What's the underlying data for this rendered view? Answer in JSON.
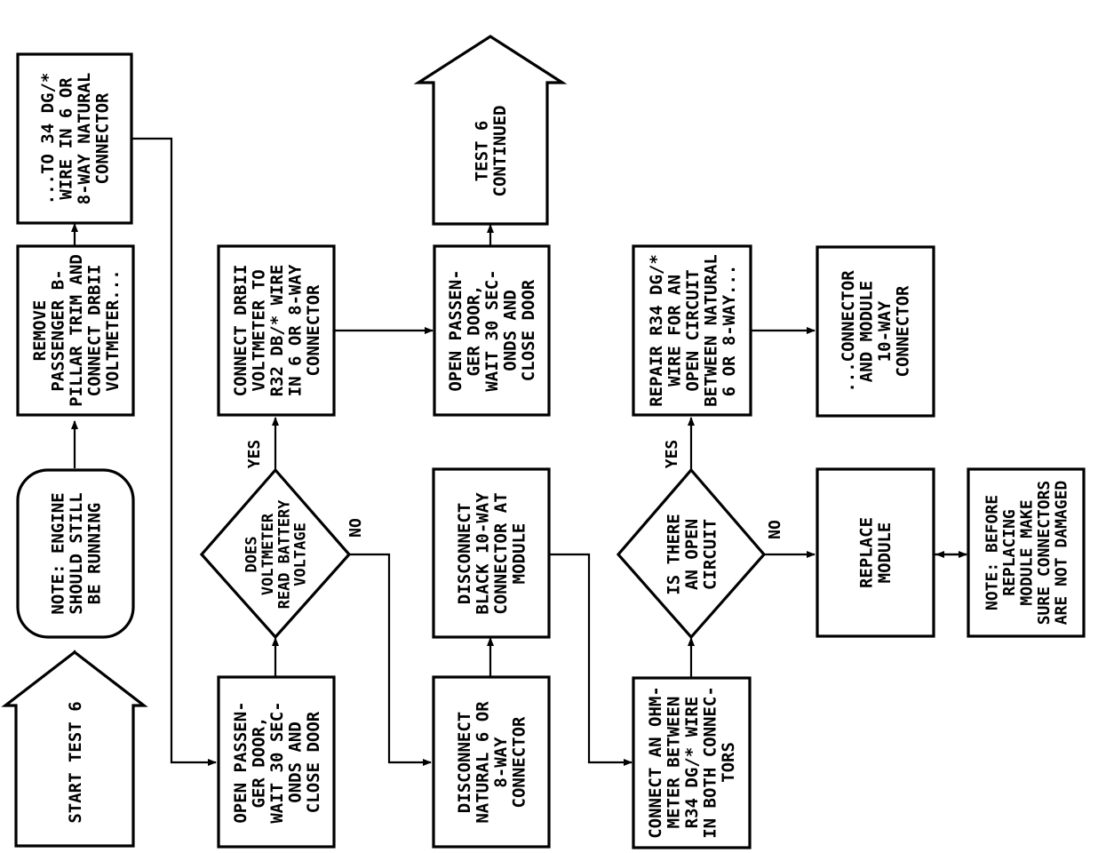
{
  "flowchart": {
    "start": [
      "START TEST 6"
    ],
    "note_engine": [
      "NOTE: ENGINE",
      "SHOULD STILL",
      "BE RUNNING"
    ],
    "remove_trim": [
      "REMOVE",
      "PASSENGER B-",
      "PILLAR TRIM AND",
      "CONNECT DRBII",
      "VOLTMETER..."
    ],
    "to_34_wire": [
      "...TO 34 DG/*",
      "WIRE IN 6 OR",
      "8-WAY NATURAL",
      "CONNECTOR"
    ],
    "open_door_1": [
      "OPEN PASSEN-",
      "GER DOOR,",
      "WAIT 30 SEC-",
      "ONDS AND",
      "CLOSE DOOR"
    ],
    "does_voltmeter": [
      "DOES",
      "VOLTMETER",
      "READ BATTERY",
      "VOLTAGE"
    ],
    "connect_r32": [
      "CONNECT DRBII",
      "VOLTMETER TO",
      "R32 DB/* WIRE",
      "IN 6 OR 8-WAY",
      "CONNECTOR"
    ],
    "disconnect_natural": [
      "DISCONNECT",
      "NATURAL 6 OR",
      "8-WAY",
      "CONNECTOR"
    ],
    "disconnect_black": [
      "DISCONNECT",
      "BLACK 10-WAY",
      "CONNECTOR AT",
      "MODULE"
    ],
    "open_door_2": [
      "OPEN PASSEN-",
      "GER DOOR,",
      "WAIT 30 SEC-",
      "ONDS AND",
      "CLOSE DOOR"
    ],
    "test6_continued": [
      "TEST 6",
      "CONTINUED"
    ],
    "connect_ohmmeter": [
      "CONNECT AN OHM-",
      "METER BETWEEN",
      "R34 DG/* WIRE",
      "IN BOTH CONNEC-",
      "TORS"
    ],
    "is_open_circuit": [
      "IS THERE",
      "AN OPEN",
      "CIRCUIT"
    ],
    "repair_r34": [
      "REPAIR R34 DG/*",
      "WIRE FOR AN",
      "OPEN CIRCUIT",
      "BETWEEN NATURAL",
      "6 OR 8-WAY..."
    ],
    "connector_module": [
      "...CONNECTOR",
      "AND MODULE",
      "10-WAY",
      "CONNECTOR"
    ],
    "replace_module": [
      "REPLACE",
      "MODULE"
    ],
    "note_replacing": [
      "NOTE: BEFORE",
      "REPLACING",
      "MODULE MAKE",
      "SURE CONNECTORS",
      "ARE NOT DAMAGED"
    ],
    "labels": {
      "yes_1": "YES",
      "no_1": "NO",
      "yes_2": "YES",
      "no_2": "NO"
    }
  },
  "colors": {
    "ink": "#000000",
    "background": "#ffffff"
  }
}
